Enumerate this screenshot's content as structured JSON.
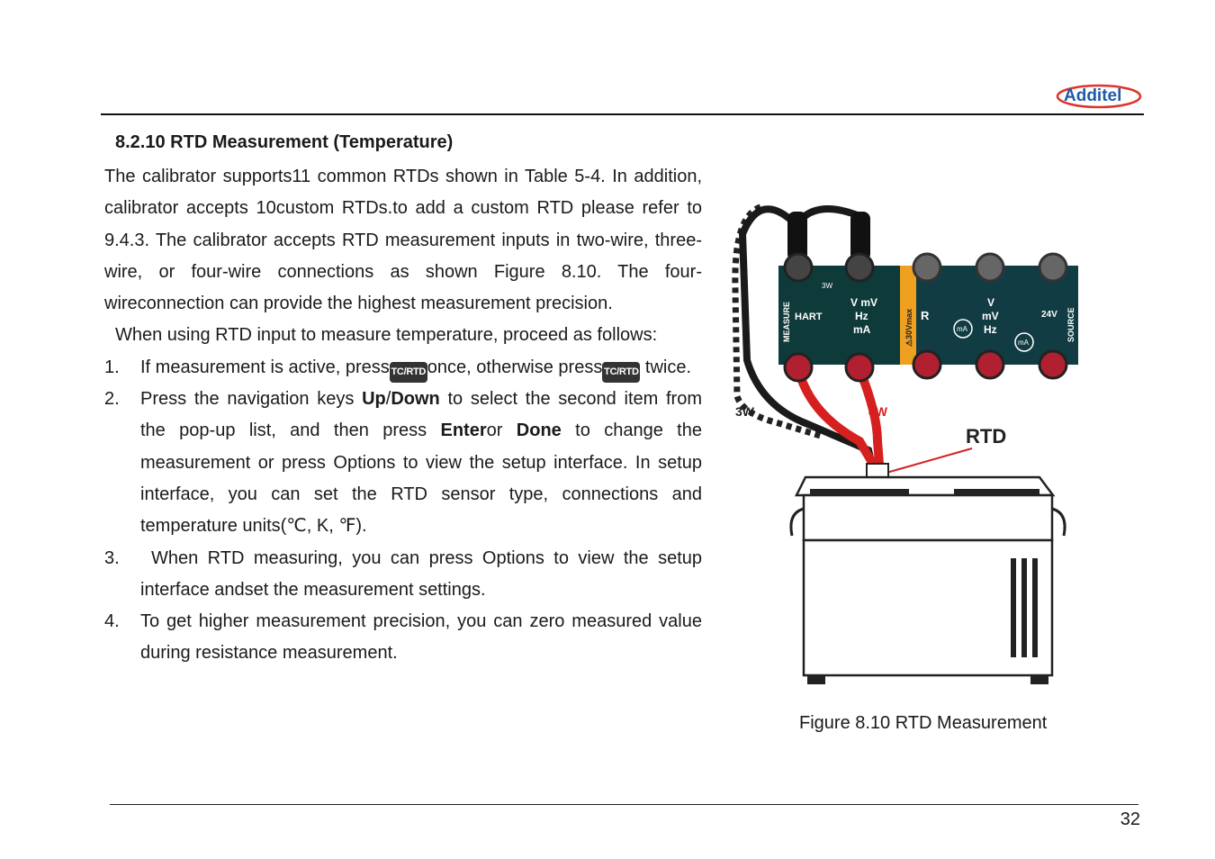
{
  "header": {
    "logo_text": "Additel"
  },
  "section": {
    "heading": "8.2.10 RTD Measurement (Temperature)"
  },
  "body": {
    "intro": "The calibrator supports11 common RTDs shown in Table 5-4. In addition, calibrator accepts 10custom RTDs.to add a custom RTD please refer to 9.4.3. The calibrator accepts RTD measurement inputs in two-wire, three-wire, or four-wire connections as shown Figure 8.10. The four-wireconnection can provide the highest measurement precision.",
    "lead": "When using RTD input to measure temperature, proceed as follows:",
    "key_label": "TC/RTD",
    "steps": [
      {
        "num": "1.",
        "a": "If measurement is active, press",
        "b": "once, otherwise press",
        "c": "twice."
      },
      {
        "num": "2.",
        "a": "Press the navigation keys ",
        "up": "Up",
        "slash": "/",
        "down": "Down",
        "b": " to select the second item from the pop-up list, and then press ",
        "enter": "Enter",
        "or": "or ",
        "done": "Done",
        "c": " to change the measurement or press Options to view the setup interface. In setup interface, you can set the RTD sensor type, connections and temperature units(℃, K, ℉)."
      },
      {
        "num": "3.",
        "a": "When RTD measuring, you can press Options to view the setup interface andset the measurement settings."
      },
      {
        "num": "4.",
        "a": "To get higher measurement precision, you can zero measured value during resistance measurement."
      }
    ]
  },
  "figure": {
    "caption": "Figure 8.10 RTD Measurement",
    "labels": {
      "measure": "MEASURE",
      "hart": "HART",
      "threew": "3W",
      "v_mv": "V mV",
      "hz": "Hz",
      "ma": "mA",
      "r": "R",
      "ma2": "mA",
      "v": "V",
      "mv": "mV",
      "hz2": "Hz",
      "ma3": "mA",
      "v24": "24V",
      "source": "SOURCE",
      "warn": "⚠30Vmax",
      "wire3w": "3W",
      "wire4w": "4W",
      "rtd": "RTD"
    }
  },
  "footer": {
    "page": "32"
  },
  "colors": {
    "brand_blue": "#1e5aa8",
    "brand_red": "#e0322c",
    "lead_red": "#d62020",
    "panel_green": "#0f3a3a",
    "panel_orange": "#f0a020"
  }
}
